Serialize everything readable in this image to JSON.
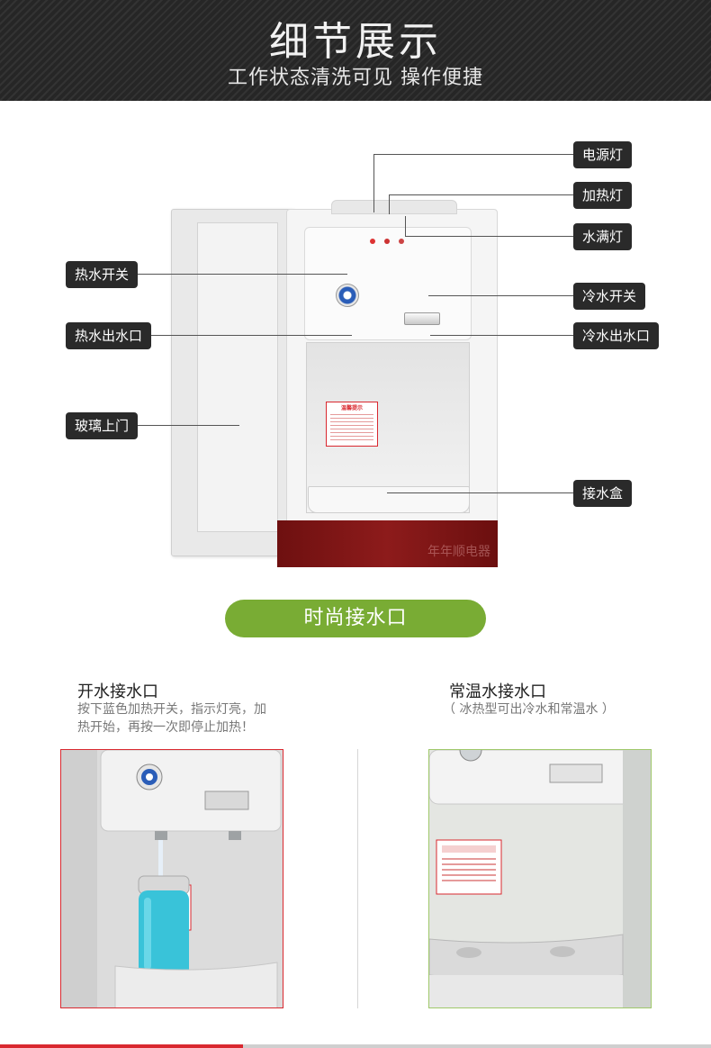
{
  "header": {
    "title": "细节展示",
    "subtitle": "工作状态清洗可见  操作便捷"
  },
  "callouts": {
    "power_light": "电源灯",
    "heat_light": "加热灯",
    "full_light": "水满灯",
    "hot_switch": "热水开关",
    "cold_switch": "冷水开关",
    "hot_outlet": "热水出水口",
    "cold_outlet": "冷水出水口",
    "glass_door": "玻璃上门",
    "drip_box": "接水盒"
  },
  "product": {
    "sticker_title": "温馨提示",
    "watermark": "年年顺电器",
    "colors": {
      "knob_blue": "#2a5db8",
      "base_red": "#8d1b1b"
    }
  },
  "section_pill": "时尚接水口",
  "left_section": {
    "title": "开水接水口",
    "desc_line1": "按下蓝色加热开关，指示灯亮，加",
    "desc_line2": "热开始，再按一次即停止加热！"
  },
  "right_section": {
    "title": "常温水接水口",
    "desc": "（ 冰热型可出冷水和常温水 ）"
  },
  "accent_colors": {
    "green": "#79ac34",
    "red": "#d9282f",
    "dark": "#2a2a2a"
  }
}
